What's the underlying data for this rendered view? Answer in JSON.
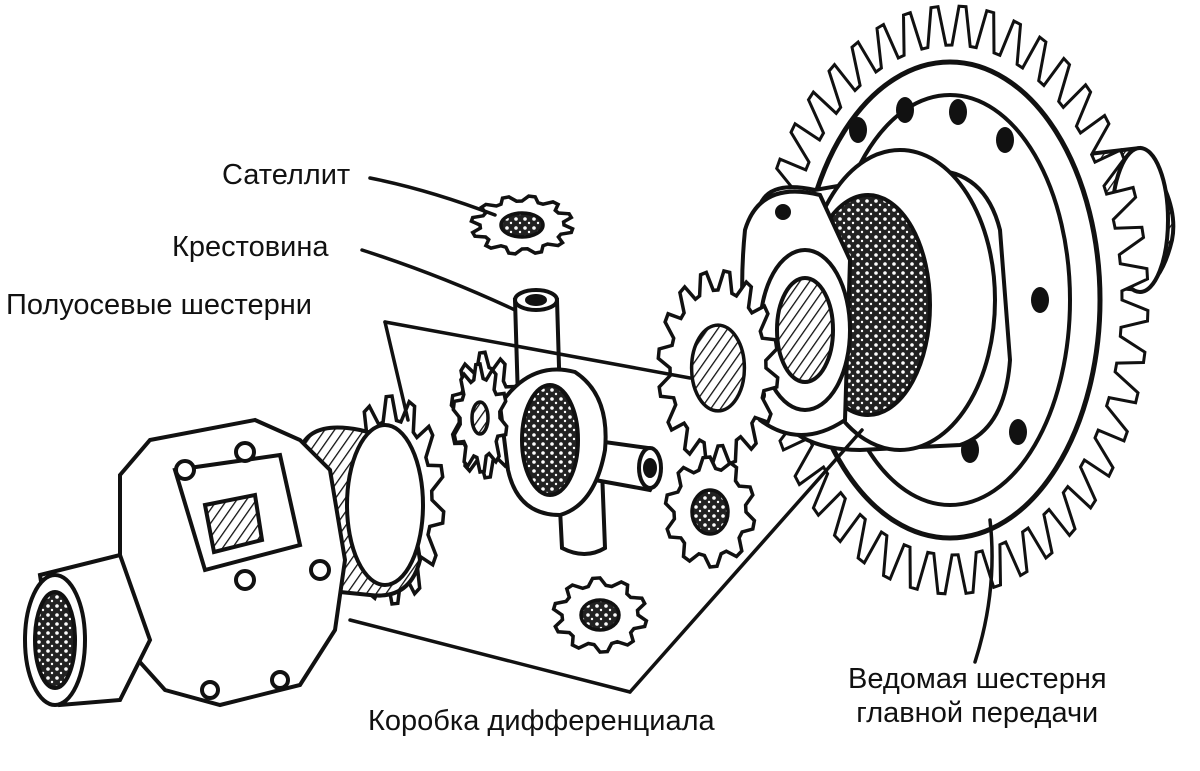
{
  "labels": {
    "satellite": "Сателлит",
    "cross": "Крестовина",
    "half_axle_gears": "Полуосевые шестерни",
    "housing": "Коробка дифференциала",
    "ring_gear_line1": "Ведомая шестерня",
    "ring_gear_line2": "главной передачи"
  },
  "colors": {
    "ink": "#111111",
    "background": "#ffffff"
  }
}
